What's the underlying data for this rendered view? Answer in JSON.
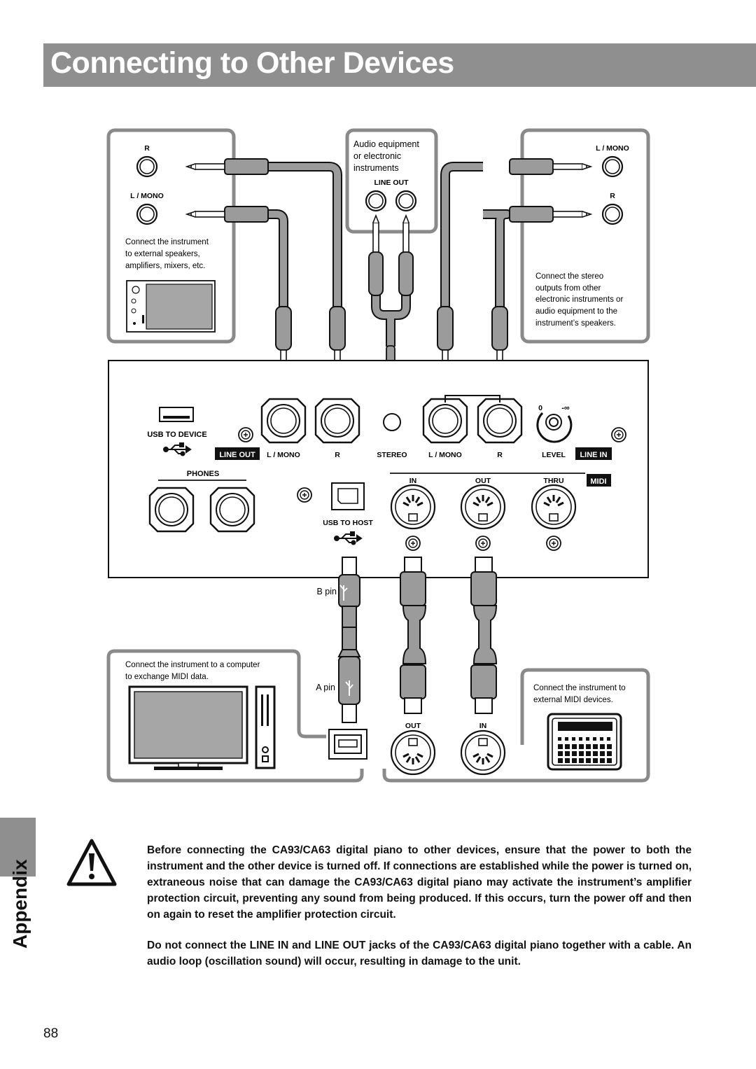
{
  "header": {
    "title": "Connecting to Other Devices"
  },
  "line_out_panel": {
    "jack_r": "R",
    "jack_lmono": "L / MONO",
    "description_lines": [
      "Connect the instrument",
      "to external speakers,",
      "amplifiers, mixers, etc."
    ]
  },
  "audio_source_panel": {
    "title_lines": [
      "Audio equipment",
      "or electronic",
      "instruments"
    ],
    "line_out_label": "LINE OUT"
  },
  "line_in_panel": {
    "jack_lmono": "L / MONO",
    "jack_r": "R",
    "description_lines": [
      "Connect the stereo",
      "outputs from other",
      "electronic instruments or",
      "audio equipment to the",
      "instrument’s speakers."
    ]
  },
  "instrument_panel": {
    "usb_to_device": "USB TO DEVICE",
    "line_out_badge": "LINE OUT",
    "lmono_1": "L / MONO",
    "r_1": "R",
    "stereo": "STEREO",
    "lmono_2": "L / MONO",
    "r_2": "R",
    "level": "LEVEL",
    "line_in_badge": "LINE IN",
    "level_min": "0",
    "level_max": "-∞",
    "phones": "PHONES",
    "midi_in": "IN",
    "midi_out": "OUT",
    "midi_thru": "THRU",
    "midi_badge": "MIDI",
    "usb_to_host": "USB TO HOST"
  },
  "usb_cable": {
    "b_pin": "B pin",
    "a_pin": "A pin"
  },
  "computer_panel": {
    "description_lines": [
      "Connect the instrument to a computer",
      "to exchange MIDI data."
    ]
  },
  "midi_device_panel": {
    "description_lines": [
      "Connect the instrument to",
      "external MIDI devices."
    ],
    "out_label": "OUT",
    "in_label": "IN"
  },
  "side_tab": {
    "label": "Appendix"
  },
  "warnings": [
    "Before connecting the CA93/CA63 digital piano to other devices, ensure that the power to both the instrument and the other device is turned off. If connections are established while the power is turned on, extraneous noise that can damage the CA93/CA63 digital piano may activate the instrument’s amplifier protection circuit, preventing any sound from being produced. If this occurs, turn the power off and then on again to reset the amplifier protection circuit.",
    "Do not connect the LINE IN and LINE OUT jacks of the CA93/CA63 digital piano together with a cable. An audio loop (oscillation sound) will occur, resulting in damage to the unit."
  ],
  "page_number": "88",
  "colors": {
    "header_bg": "#8f8f8f",
    "cable": "#9b9b9b",
    "panel_border": "#8a8a8a"
  }
}
